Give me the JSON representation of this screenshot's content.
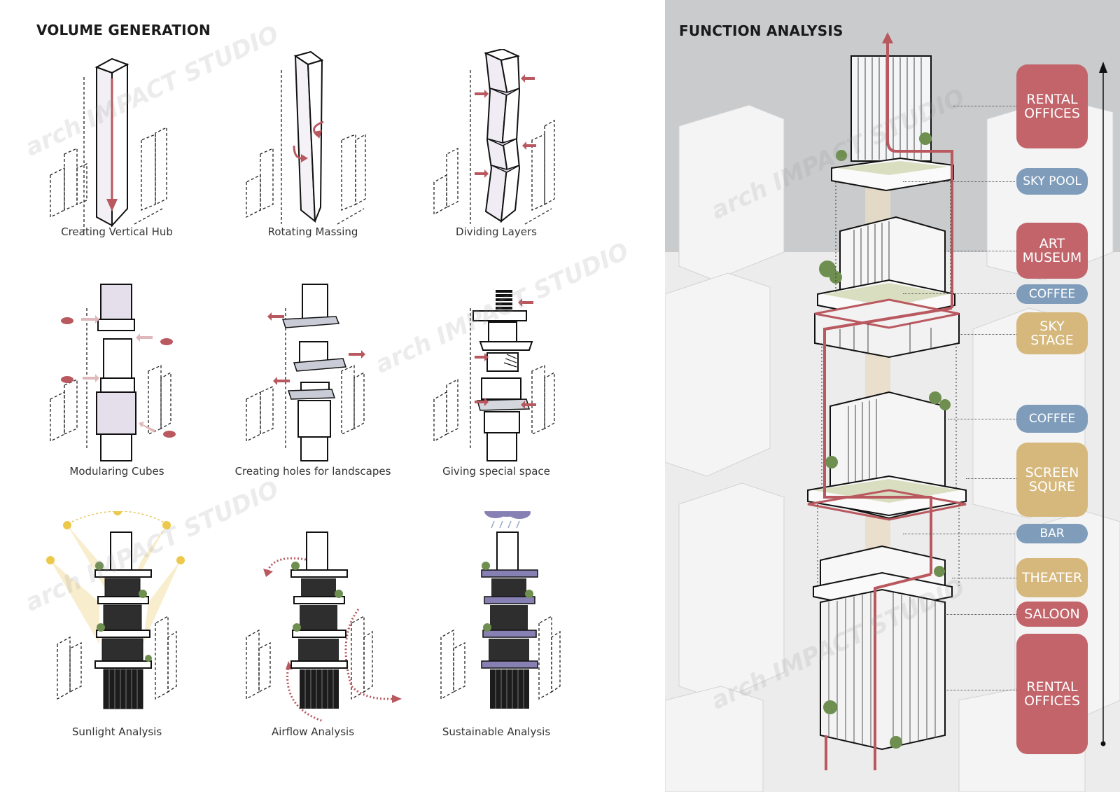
{
  "left_panel": {
    "title": "VOLUME GENERATION",
    "steps": [
      {
        "caption": "Creating Vertical Hub"
      },
      {
        "caption": "Rotating Massing"
      },
      {
        "caption": "Dividing Layers"
      },
      {
        "caption": "Modularing Cubes"
      },
      {
        "caption": "Creating holes for landscapes"
      },
      {
        "caption": "Giving special space"
      },
      {
        "caption": "Sunlight Analysis"
      },
      {
        "caption": "Airflow Analysis"
      },
      {
        "caption": "Sustainable Analysis"
      }
    ]
  },
  "right_panel": {
    "title": "FUNCTION ANALYSIS",
    "functions": [
      {
        "label": "RENTAL OFFICES",
        "color": "#c2646a"
      },
      {
        "label": "SKY POOL",
        "color": "#7f9dbb"
      },
      {
        "label": "ART MUSEUM",
        "color": "#c2646a"
      },
      {
        "label": "COFFEE",
        "color": "#7f9dbb"
      },
      {
        "label": "SKY STAGE",
        "color": "#d6b87c"
      },
      {
        "label": "COFFEE",
        "color": "#7f9dbb"
      },
      {
        "label": "SCREEN SQURE",
        "color": "#d6b87c"
      },
      {
        "label": "BAR",
        "color": "#7f9dbb"
      },
      {
        "label": "THEATER",
        "color": "#d6b87c"
      },
      {
        "label": "SALOON",
        "color": "#c2646a"
      },
      {
        "label": "RENTAL OFFICES",
        "color": "#c2646a"
      }
    ]
  },
  "watermark": {
    "text": "arch IMPACT STUDIO"
  },
  "colors": {
    "accent_red": "#b9585f",
    "accent_blue": "#7f9dbb",
    "accent_gold": "#d6b87c"
  }
}
